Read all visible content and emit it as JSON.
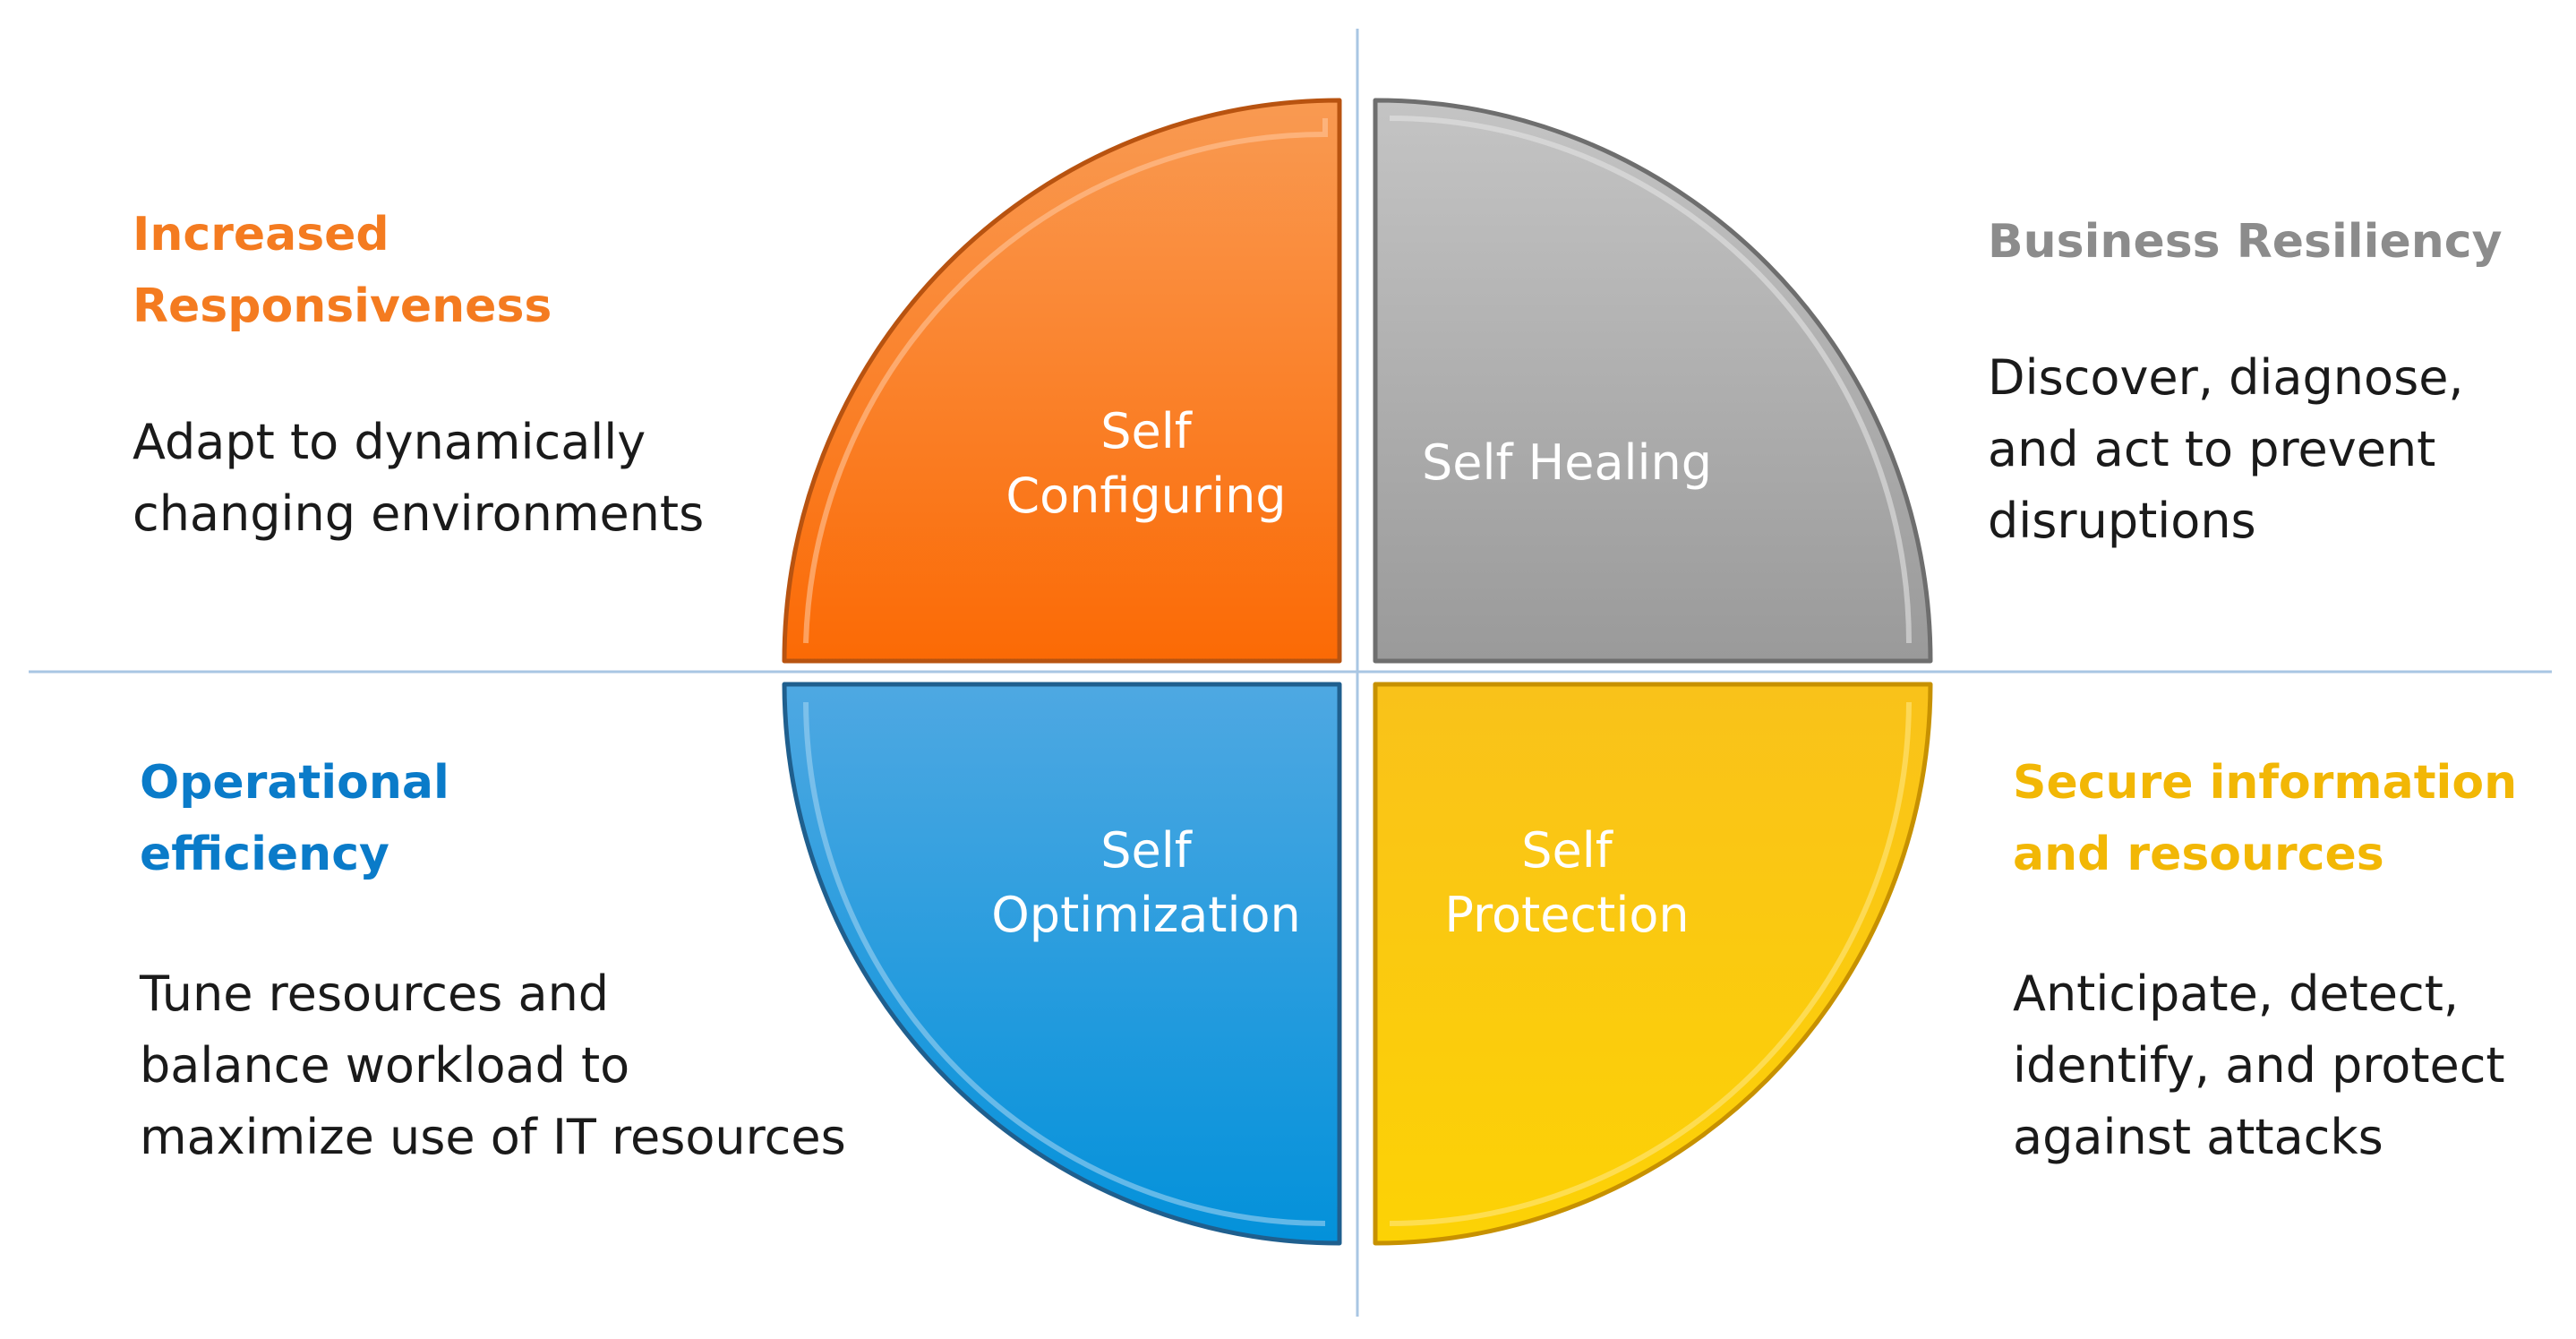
{
  "colors": {
    "orange_accent": "#F47B20",
    "gray_accent": "#8C8C8C",
    "blue_accent": "#0A7BC9",
    "yellow_accent": "#F2B705",
    "divider": "#A9C6E3"
  },
  "quadrants": {
    "top_left": {
      "line1": "Self",
      "line2": "Configuring"
    },
    "top_right": {
      "line1": "Self Healing"
    },
    "bottom_left": {
      "line1": "Self",
      "line2": "Optimization"
    },
    "bottom_right": {
      "line1": "Self",
      "line2": "Protection"
    }
  },
  "blocks": {
    "top_left": {
      "heading": "Increased Responsiveness",
      "description": "Adapt to dynamically\nchanging environments"
    },
    "top_right": {
      "heading": "Business Resiliency",
      "description": "Discover, diagnose,\nand act to prevent\ndisruptions"
    },
    "bottom_left": {
      "heading": "Operational\nefficiency",
      "description": "Tune resources and\nbalance workload to\nmaximize use of IT resources"
    },
    "bottom_right": {
      "heading": "Secure information\nand resources",
      "description": "Anticipate, detect,\nidentify, and protect\nagainst attacks"
    }
  }
}
